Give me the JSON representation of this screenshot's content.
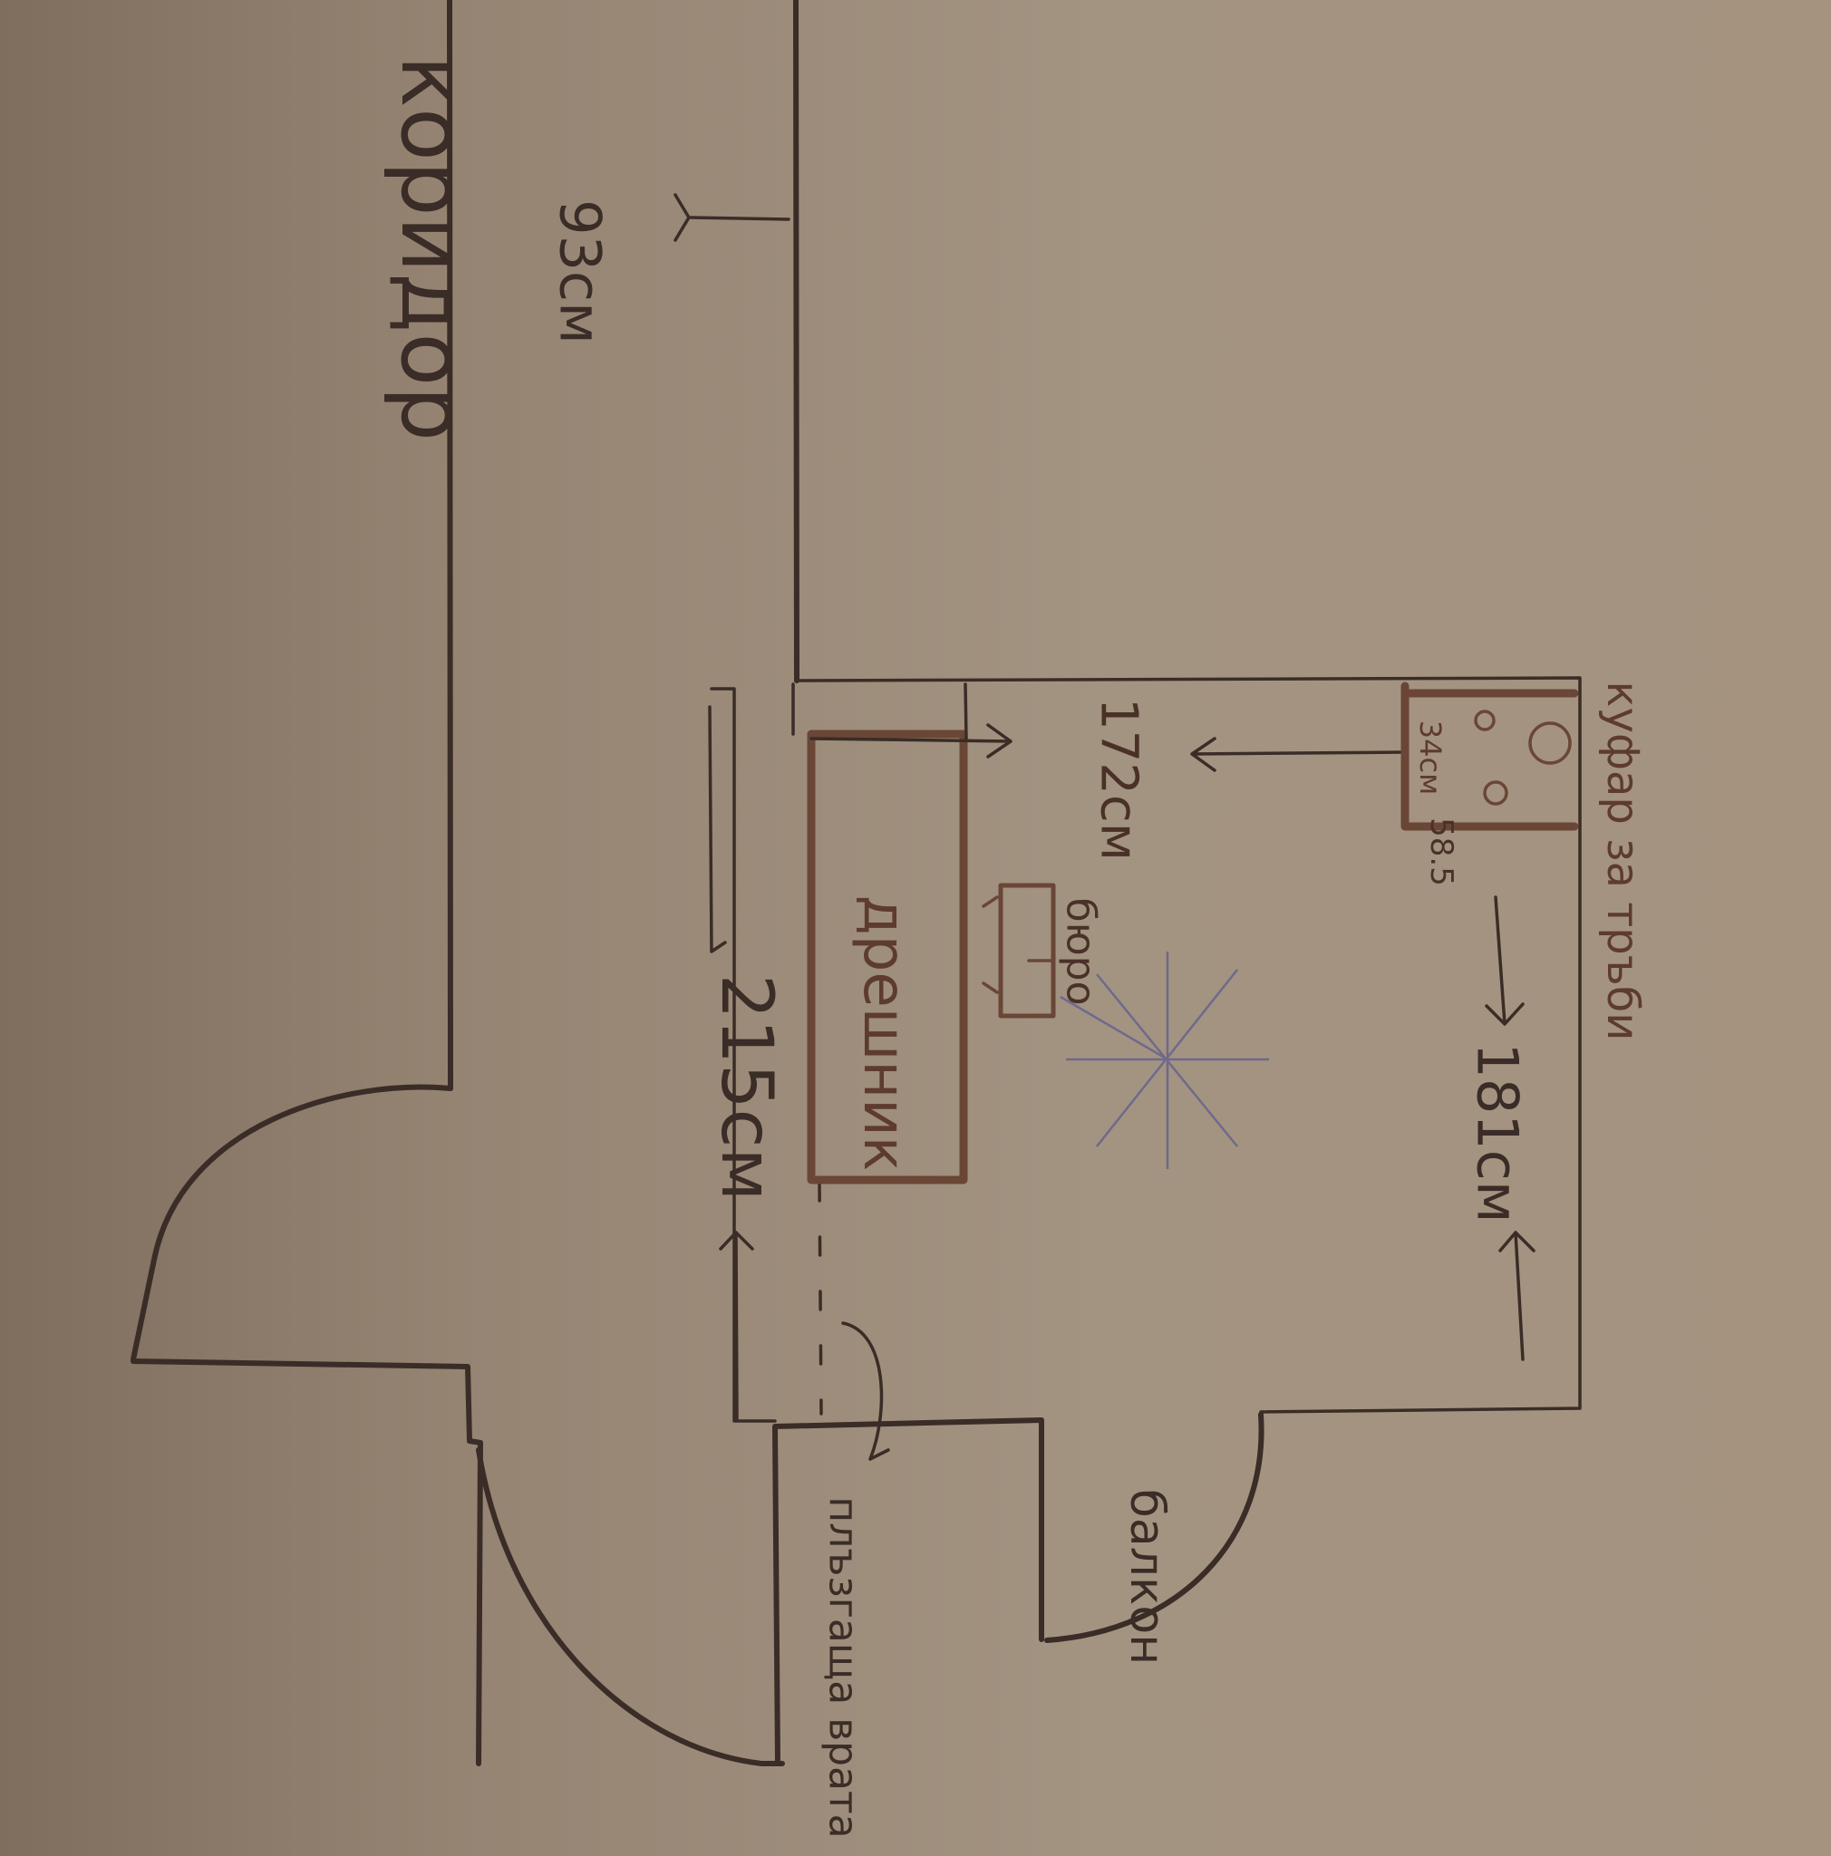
{
  "plan": {
    "corridor_label": "коридор",
    "corridor_width": "93см",
    "wardrobe_label": "дрешник",
    "wardrobe_length": "172см",
    "desk_label": "бюро",
    "room_length_right": "181см",
    "room_length_left": "215см",
    "pipe_box_label": "куфар за тръби",
    "pipe_box_width": "58.5",
    "pipe_box_depth": "34см",
    "sliding_door_label": "плъзгаща врата",
    "balcony_label": "балкон"
  },
  "colors": {
    "ink": "#3a2c26",
    "brown_ink": "#6a4636",
    "paper": "#a39381"
  }
}
